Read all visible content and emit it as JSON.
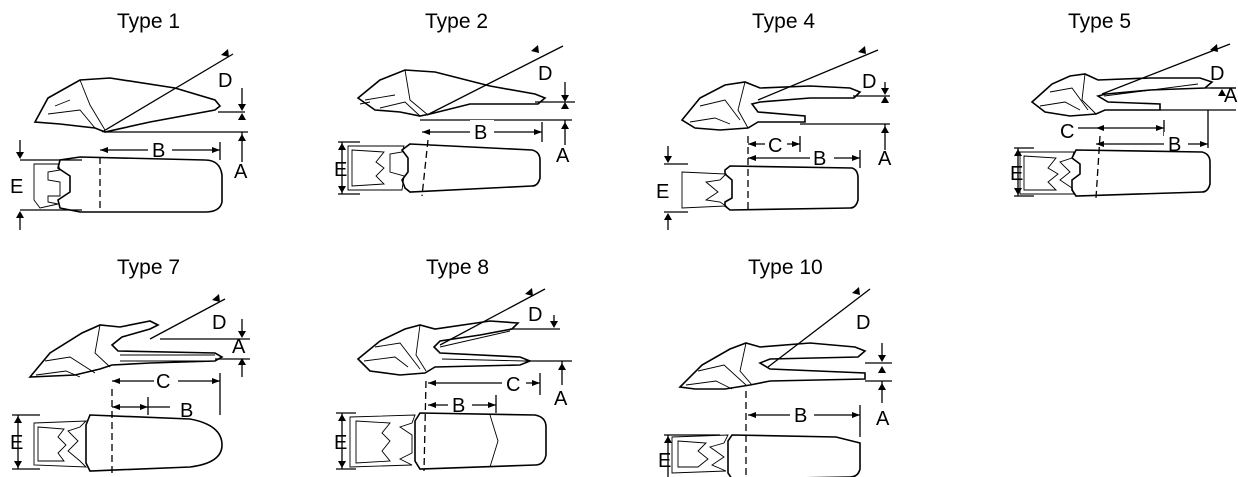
{
  "diagrams": [
    {
      "title": "Type 1",
      "labels": {
        "d": "D",
        "a": "A",
        "b": "B",
        "e": "E"
      }
    },
    {
      "title": "Type 2",
      "labels": {
        "d": "D",
        "a": "A",
        "b": "B",
        "e": "E"
      }
    },
    {
      "title": "Type 4",
      "labels": {
        "d": "D",
        "a": "A",
        "b": "B",
        "c": "C",
        "e": "E"
      }
    },
    {
      "title": "Type 5",
      "labels": {
        "d": "D",
        "a": "A",
        "b": "B",
        "c": "C",
        "e": "E"
      }
    },
    {
      "title": "Type 7",
      "labels": {
        "d": "D",
        "a": "A",
        "b": "B",
        "c": "C",
        "e": "E"
      }
    },
    {
      "title": "Type 8",
      "labels": {
        "d": "D",
        "a": "A",
        "b": "B",
        "c": "C",
        "e": "E"
      }
    },
    {
      "title": "Type 10",
      "labels": {
        "d": "D",
        "a": "A",
        "b": "B",
        "e": "E"
      }
    }
  ]
}
